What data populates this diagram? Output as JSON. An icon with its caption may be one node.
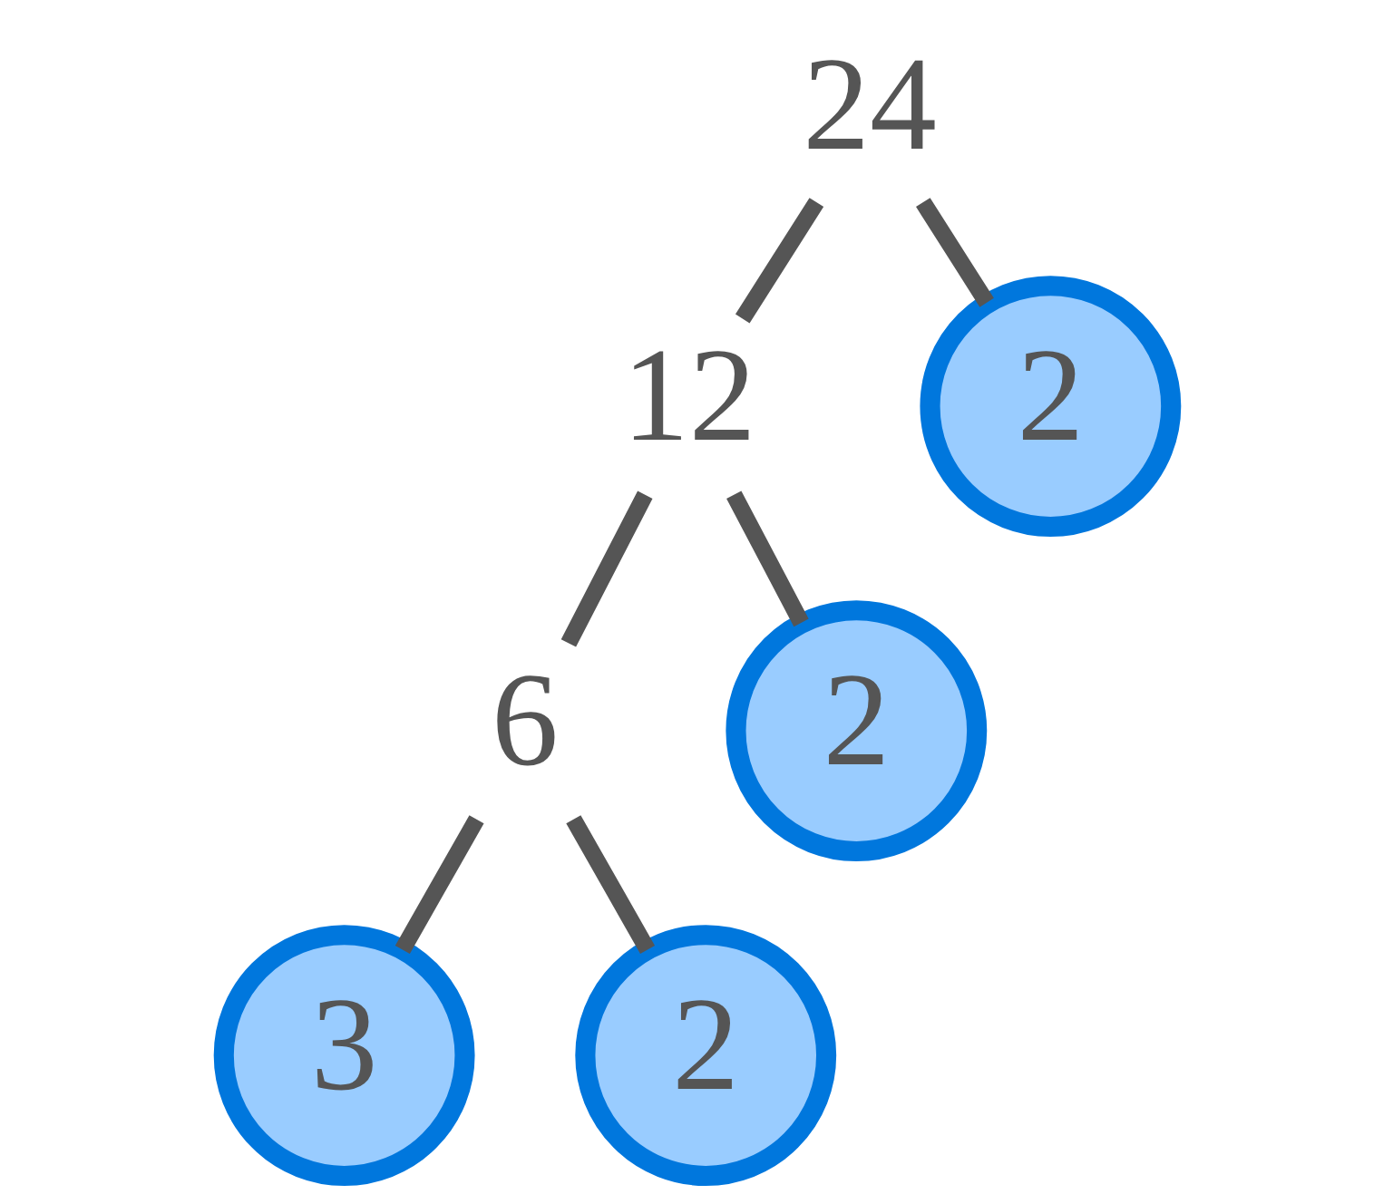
{
  "diagram": {
    "nodes": [
      {
        "text": [
          "24"
        ]
      },
      {
        "text": [
          "12"
        ]
      },
      {
        "text": [
          "2"
        ]
      },
      {
        "text": [
          "6"
        ]
      },
      {
        "text": [
          "2"
        ]
      },
      {
        "text": [
          "3"
        ]
      },
      {
        "text": [
          "2"
        ]
      }
    ],
    "edges": [
      {
        "from": 0,
        "to": 1,
        "arrow": "none"
      },
      {
        "from": 0,
        "to": 2,
        "arrow": "none"
      },
      {
        "from": 1,
        "to": 3,
        "arrow": "none"
      },
      {
        "from": 1,
        "to": 4,
        "arrow": "none"
      },
      {
        "from": 3,
        "to": 5,
        "arrow": "none"
      },
      {
        "from": 3,
        "to": 6,
        "arrow": "none"
      }
    ]
  }
}
